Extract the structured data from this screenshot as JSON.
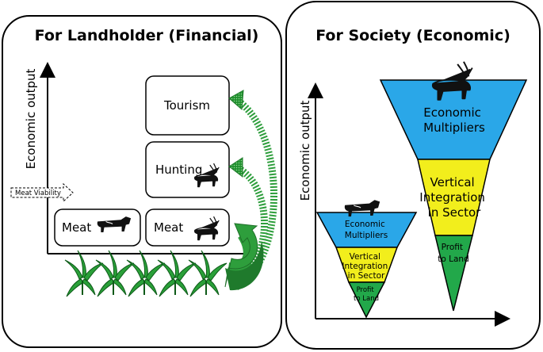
{
  "left_panel": {
    "title": "For Landholder (Financial)",
    "y_axis_label": "Economic output",
    "meat_viability_label": "Meat Viability",
    "boxes": {
      "meat_cattle": "Meat",
      "meat_antelope": "Meat",
      "hunting": "Hunting",
      "tourism": "Tourism"
    }
  },
  "right_panel": {
    "title": "For Society (Economic)",
    "y_axis_label": "Economic output",
    "small_funnel": {
      "top": [
        "Economic",
        "Multipliers"
      ],
      "middle": [
        "Vertical",
        "Integration",
        "in Sector"
      ],
      "bottom": [
        "Profit",
        "to Land"
      ]
    },
    "large_funnel": {
      "top": [
        "Economic",
        "Multipliers"
      ],
      "middle": [
        "Vertical",
        "Integration",
        "in Sector"
      ],
      "bottom": [
        "Profit",
        "to Land"
      ]
    }
  },
  "colors": {
    "multipliers": "#2aa7e8",
    "integration": "#f2ee1c",
    "profit": "#22a84a",
    "arrow_green": "#2e9e3c"
  }
}
